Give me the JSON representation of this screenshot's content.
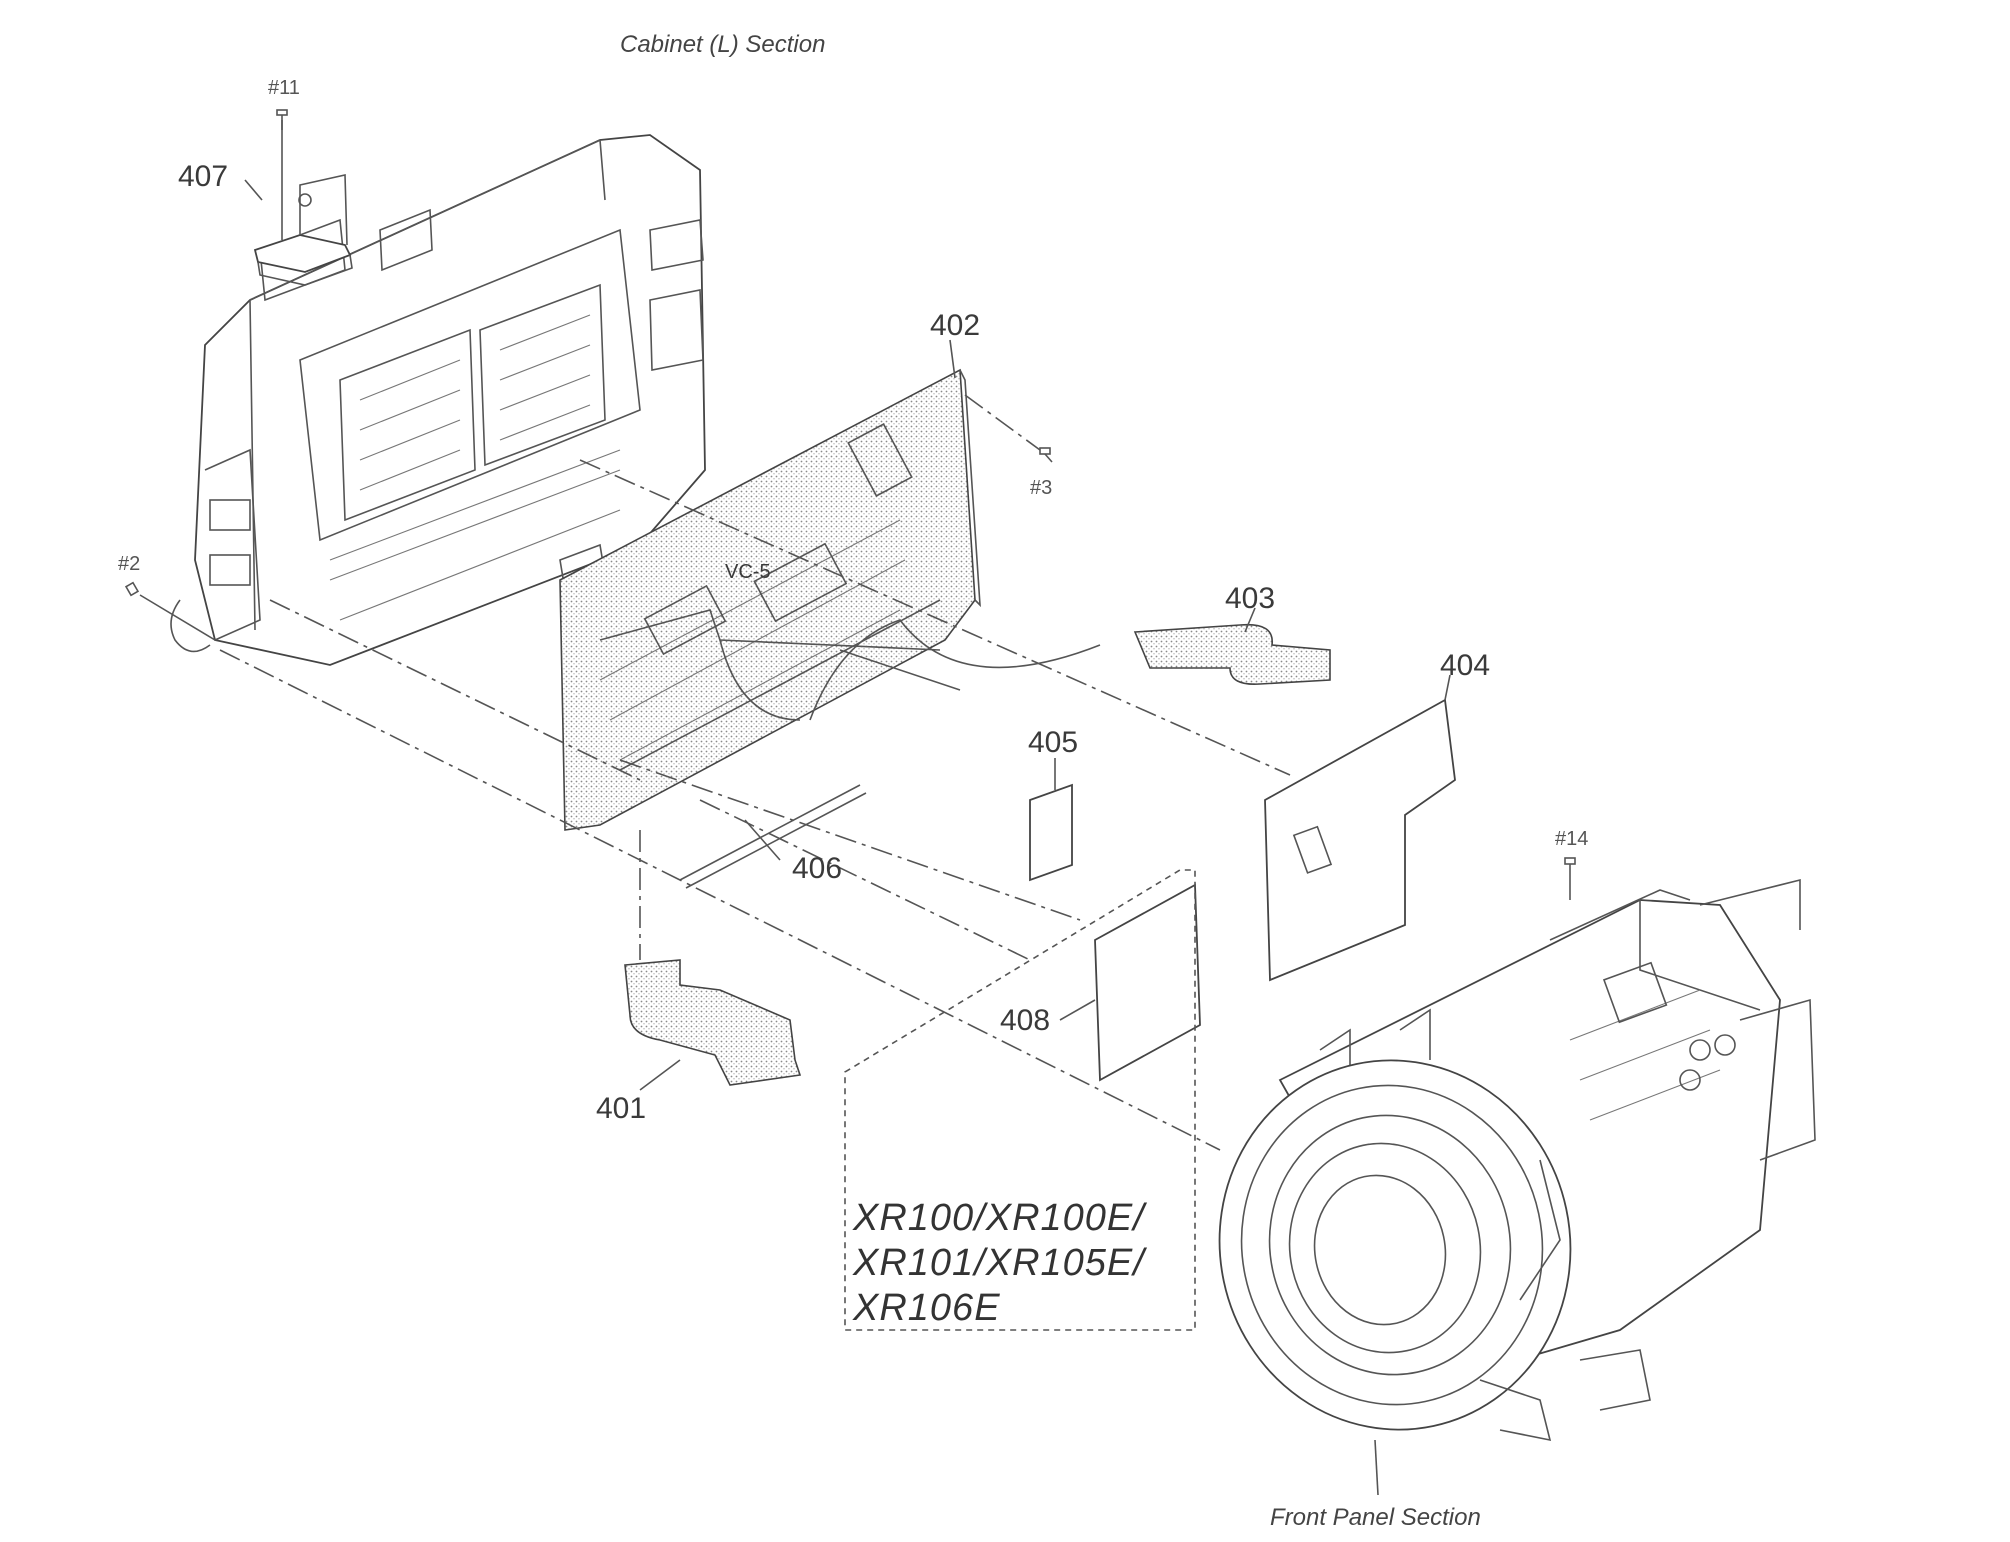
{
  "sections": {
    "cabinet": "Cabinet (L) Section",
    "front_panel": "Front Panel Section"
  },
  "parts": {
    "p401": "401",
    "p402": "402",
    "p403": "403",
    "p404": "404",
    "p405": "405",
    "p406": "406",
    "p407": "407",
    "p408": "408"
  },
  "screws": {
    "s11": "#11",
    "s3": "#3",
    "s2": "#2",
    "s14": "#14"
  },
  "board_label": "VC-5",
  "models": {
    "line1": "XR100/XR100E/",
    "line2": "XR101/XR105E/",
    "line3": "XR106E"
  }
}
